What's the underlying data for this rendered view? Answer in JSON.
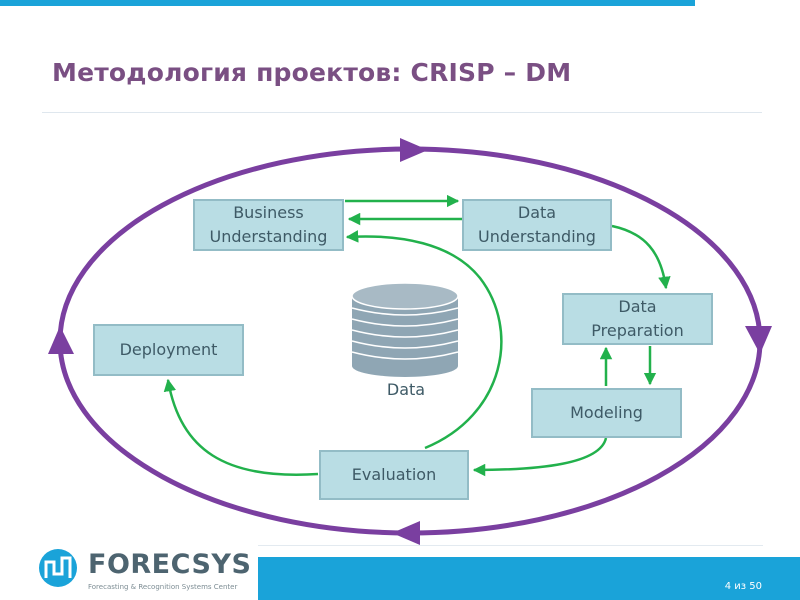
{
  "slide": {
    "title": "Методология проектов: CRISP – DM",
    "page": "4 из 50"
  },
  "diagram": {
    "phases": {
      "business_understanding": "Business\nUnderstanding",
      "data_understanding": "Data\nUnderstanding",
      "data_preparation": "Data\nPreparation",
      "modeling": "Modeling",
      "evaluation": "Evaluation",
      "deployment": "Deployment"
    },
    "data_label": "Data",
    "colors": {
      "cycle": "#7a3fa0",
      "flow": "#22b14c",
      "box_fill": "#b9dde4",
      "box_border": "#93bcc6",
      "database": "#8fa6b4"
    }
  },
  "footer": {
    "logo_name": "FORECSYS",
    "logo_tagline": "Forecasting & Recognition Systems Center",
    "bar_color": "#1aa3d9"
  }
}
